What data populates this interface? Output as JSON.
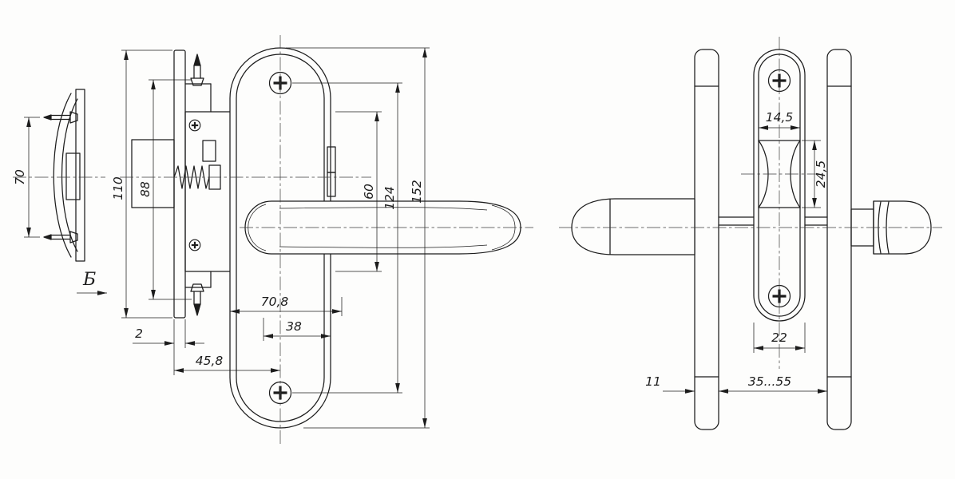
{
  "drawing": {
    "view_label": "Б",
    "front_dims": {
      "small_plate_span": "70",
      "faceplate_height": "110",
      "screw_span": "88",
      "lock_body_height": "60",
      "plate_screw_span": "124",
      "plate_height": "152",
      "width_70_8": "70,8",
      "plate_width": "38",
      "faceplate_thickness": "2",
      "backset": "45,8"
    },
    "side_dims": {
      "hub_width": "14,5",
      "hub_height": "24,5",
      "plate_width": "22",
      "plate_thickness": "11",
      "door_thickness_range": "35...55"
    }
  }
}
